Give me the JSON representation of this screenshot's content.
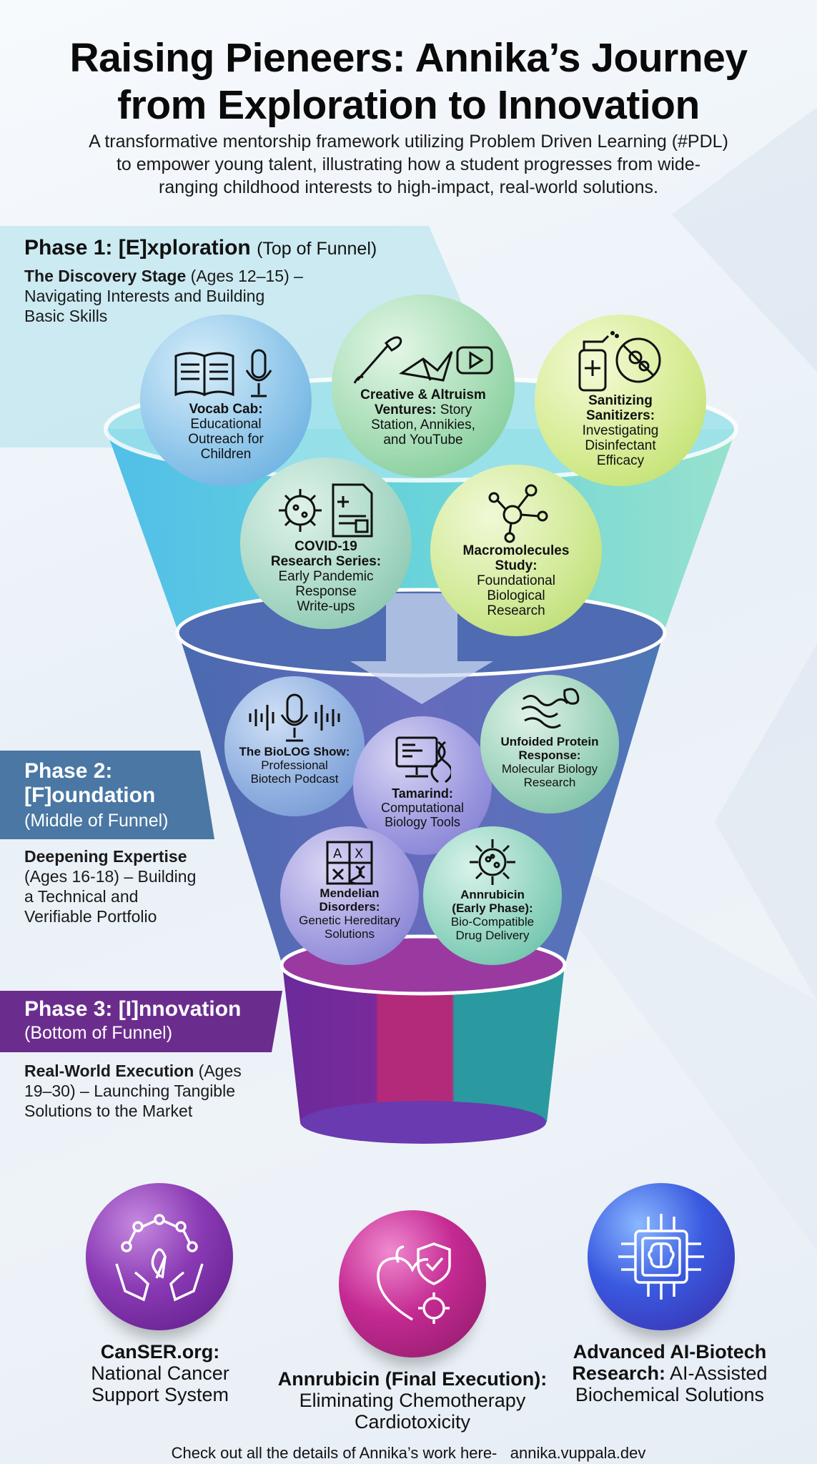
{
  "header": {
    "title_line1": "Raising Pieneers: Annika’s Journey",
    "title_line2": "from Exploration to Innovation",
    "subtitle_line1": "A transformative mentorship framework utilizing Problem Driven Learning (#PDL)",
    "subtitle_line2": "to empower young talent, illustrating how a student progresses from wide-",
    "subtitle_line3": "ranging childhood interests to high-impact, real-world solutions."
  },
  "phases": [
    {
      "title": "Phase 1: [E]xploration",
      "position": "(Top of Funnel)",
      "stage": "The Discovery Stage",
      "desc_line1_rest": "(Ages 12–15) –",
      "desc_line2": "Navigating Interests and Building",
      "desc_line3": "Basic Skills",
      "color": "#a8dde6"
    },
    {
      "title_line1": "Phase 2:",
      "title_line2": "[F]oundation",
      "position": "(Middle of Funnel)",
      "stage": "Deepening Expertise",
      "desc_line2": "(Ages 16-18) – Building",
      "desc_line3": "a Technical and",
      "desc_line4": "Verifiable Portfolio",
      "color": "#4a79a6"
    },
    {
      "title": "Phase 3: [I]nnovation",
      "position": "(Bottom of Funnel)",
      "stage": "Real-World Execution",
      "desc_line1_rest": "(Ages",
      "desc_line2": "19–30) – Launching Tangible",
      "desc_line3": "Solutions to the Market",
      "color": "#6a2a8c"
    }
  ],
  "phase1_projects": [
    {
      "bold": "Vocab Cab:",
      "lines": [
        "Educational",
        "Outreach for",
        "Children"
      ],
      "icon": "book-microphone-icon"
    },
    {
      "bold_lines": [
        "Creative & Altruism",
        "Ventures:"
      ],
      "bold_tail": "Story",
      "lines": [
        "Station, Annikies,",
        "and YouTube"
      ],
      "icon": "brush-crane-video-icon"
    },
    {
      "bold_lines": [
        "Sanitizing",
        "Sanitizers:"
      ],
      "lines": [
        "Investigating",
        "Disinfectant",
        "Efficacy"
      ],
      "icon": "spray-bottle-no-germs-icon"
    },
    {
      "bold_lines": [
        "COVID-19",
        "Research Series:"
      ],
      "lines": [
        "Early Pandemic",
        "Response",
        "Write-ups"
      ],
      "icon": "virus-report-icon"
    },
    {
      "bold_lines": [
        "Macromolecules",
        "Study:"
      ],
      "lines": [
        "Foundational",
        "Biological",
        "Research"
      ],
      "icon": "molecule-icon"
    }
  ],
  "phase2_projects": [
    {
      "bold": "The BioLOG Show:",
      "lines": [
        "Professional",
        "Biotech Podcast"
      ],
      "icon": "podcast-microphone-icon"
    },
    {
      "bold": "Tamarind:",
      "lines": [
        "Computational",
        "Biology Tools"
      ],
      "icon": "computer-dna-icon"
    },
    {
      "bold_lines": [
        "Unfoided Protein",
        "Response:"
      ],
      "lines": [
        "Molecular Biology",
        "Research"
      ],
      "icon": "protein-folding-icon"
    },
    {
      "bold_lines": [
        "Mendelian",
        "Disorders:"
      ],
      "lines": [
        "Genetic Hereditary",
        "Solutions"
      ],
      "icon": "punnett-square-dna-icon"
    },
    {
      "bold_lines": [
        "Annrubicin",
        "(Early Phase):"
      ],
      "lines": [
        "Bio-Compatible",
        "Drug Delivery"
      ],
      "icon": "nanoparticle-icon"
    }
  ],
  "phase3_projects": [
    {
      "bold": "CanSER.org:",
      "lines": [
        "National Cancer",
        "Support System"
      ],
      "icon": "network-hands-ribbon-icon",
      "color": "#7a2a9a"
    },
    {
      "bold": "Annrubicin (Final Execution):",
      "lines": [
        "Eliminating Chemotherapy",
        "Cardiotoxicity"
      ],
      "icon": "heart-shield-virus-icon",
      "color": "#b3287a"
    },
    {
      "bold_lines": [
        "Advanced AI-Biotech",
        "Research:"
      ],
      "bold_tail": "AI-Assisted",
      "lines": [
        "Biochemical Solutions"
      ],
      "icon": "ai-brain-chip-icon",
      "color": "#3a4ac8"
    }
  ],
  "footer": {
    "text": "Check out all the details of Annika’s work here-",
    "link": "annika.vuppala.dev"
  }
}
